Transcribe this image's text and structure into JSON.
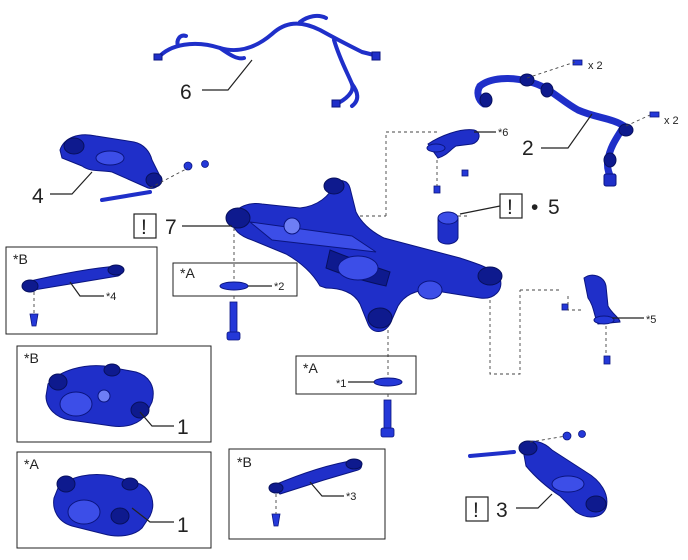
{
  "labels": {
    "part_1a": "1",
    "part_1b": "1",
    "part_2": "2",
    "part_3": "3",
    "part_4": "4",
    "part_5": "5",
    "part_6": "6",
    "part_7": "7",
    "mark_1": "*1",
    "mark_2": "*2",
    "mark_3": "*3",
    "mark_4": "*4",
    "mark_5": "*5",
    "mark_6": "*6",
    "code_a1": "*A",
    "code_a2": "*A",
    "code_a3": "*A",
    "code_b1": "*B",
    "code_b2": "*B",
    "code_b3": "*B",
    "qty_1": "x 2",
    "qty_2": "x 2",
    "exclaim_7": "!",
    "exclaim_5": "!",
    "exclaim_3": "!",
    "bullet_5": "•"
  }
}
